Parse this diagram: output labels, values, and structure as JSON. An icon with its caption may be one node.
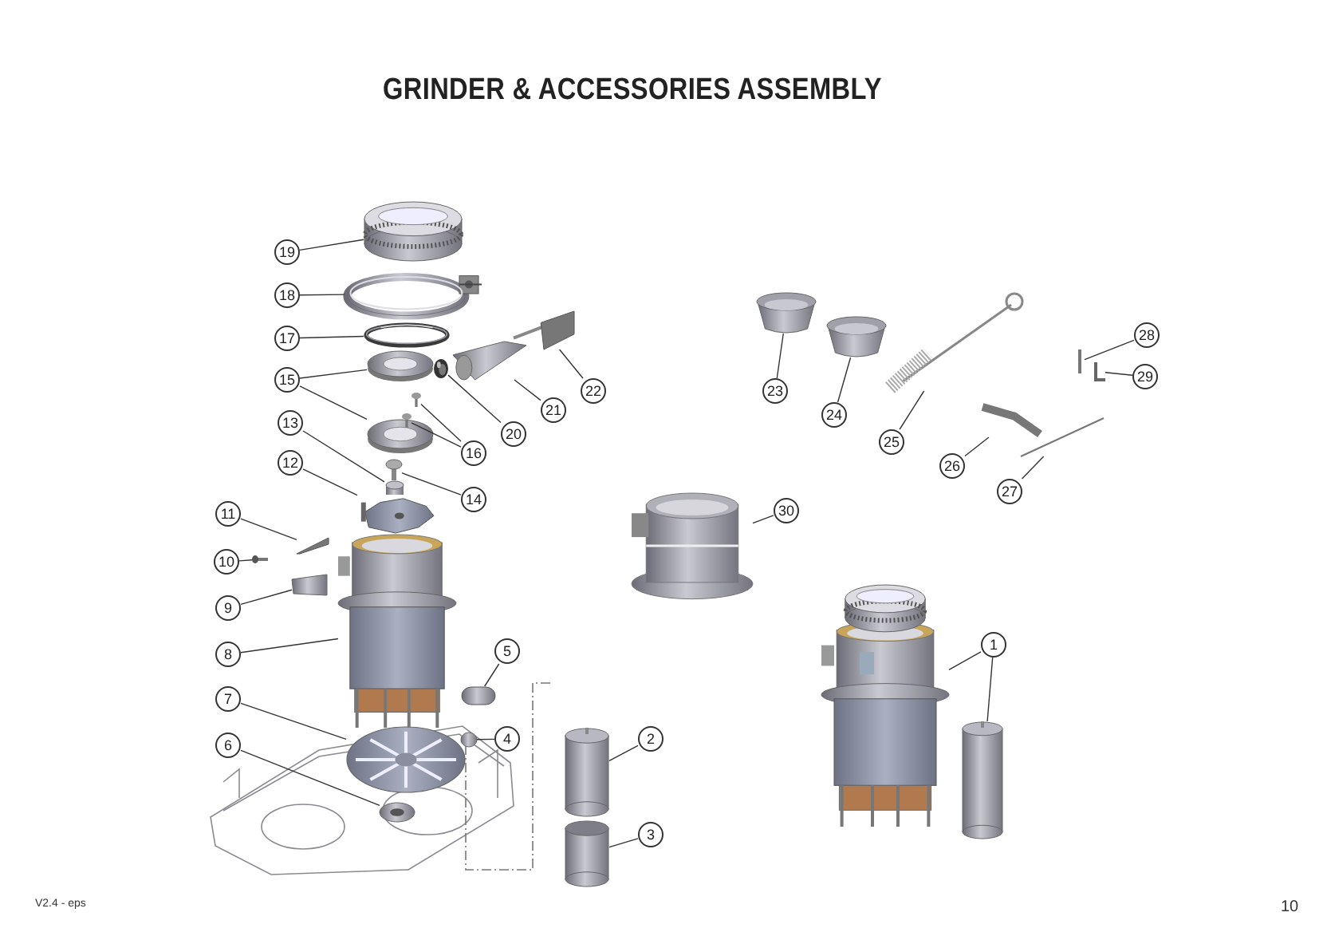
{
  "diagram": {
    "title": "GRINDER & ACCESSORIES ASSEMBLY",
    "nodes": [
      {
        "text": [
          "1"
        ]
      },
      {
        "text": [],
        "shape": "picture"
      },
      {
        "text": [],
        "shape": "picture"
      },
      {
        "text": [
          "2"
        ]
      },
      {
        "text": [],
        "shape": "picture"
      },
      {
        "text": [
          "3"
        ]
      },
      {
        "text": [],
        "shape": "picture"
      },
      {
        "text": [
          "4"
        ]
      },
      {
        "text": [],
        "shape": "picture"
      },
      {
        "text": [
          "5"
        ]
      },
      {
        "text": [],
        "shape": "picture"
      },
      {
        "text": [
          "6"
        ]
      },
      {
        "text": [],
        "shape": "picture"
      },
      {
        "text": [
          "7"
        ]
      },
      {
        "text": [],
        "shape": "picture"
      },
      {
        "text": [
          "8"
        ]
      },
      {
        "text": [],
        "shape": "picture"
      },
      {
        "text": [
          "9"
        ]
      },
      {
        "text": [],
        "shape": "picture"
      },
      {
        "text": [
          "10"
        ]
      },
      {
        "text": [],
        "shape": "picture"
      },
      {
        "text": [
          "11"
        ]
      },
      {
        "text": [],
        "shape": "picture"
      },
      {
        "text": [
          "12"
        ]
      },
      {
        "text": [],
        "shape": "picture"
      },
      {
        "text": [
          "13"
        ]
      },
      {
        "text": [],
        "shape": "picture"
      },
      {
        "text": [
          "14"
        ]
      },
      {
        "text": [],
        "shape": "picture"
      },
      {
        "text": [
          "15"
        ]
      },
      {
        "text": [],
        "shape": "picture"
      },
      {
        "text": [],
        "shape": "picture"
      },
      {
        "text": [
          "16"
        ]
      },
      {
        "text": [],
        "shape": "picture"
      },
      {
        "text": [],
        "shape": "picture"
      },
      {
        "text": [
          "17"
        ]
      },
      {
        "text": [],
        "shape": "picture"
      },
      {
        "text": [
          "18"
        ]
      },
      {
        "text": [],
        "shape": "picture"
      },
      {
        "text": [
          "19"
        ]
      },
      {
        "text": [],
        "shape": "picture"
      },
      {
        "text": [
          "20"
        ]
      },
      {
        "text": [],
        "shape": "picture"
      },
      {
        "text": [
          "21"
        ]
      },
      {
        "text": [],
        "shape": "picture"
      },
      {
        "text": [
          "22"
        ]
      },
      {
        "text": [],
        "shape": "picture"
      },
      {
        "text": [
          "23"
        ]
      },
      {
        "text": [],
        "shape": "picture"
      },
      {
        "text": [
          "24"
        ]
      },
      {
        "text": [],
        "shape": "picture"
      },
      {
        "text": [
          "25"
        ]
      },
      {
        "text": [],
        "shape": "picture"
      },
      {
        "text": [
          "26"
        ]
      },
      {
        "text": [],
        "shape": "picture"
      },
      {
        "text": [
          "27"
        ]
      },
      {
        "text": [],
        "shape": "picture"
      },
      {
        "text": [
          "28"
        ]
      },
      {
        "text": [],
        "shape": "picture"
      },
      {
        "text": [
          "29"
        ]
      },
      {
        "text": [],
        "shape": "picture"
      },
      {
        "text": [
          "30"
        ]
      },
      {
        "text": [],
        "shape": "picture"
      }
    ],
    "edges": [
      {
        "from": 0,
        "to": 1,
        "arrow": "none"
      },
      {
        "from": 0,
        "to": 2,
        "arrow": "none"
      },
      {
        "from": 3,
        "to": 4,
        "arrow": "none"
      },
      {
        "from": 5,
        "to": 6,
        "arrow": "none"
      },
      {
        "from": 7,
        "to": 8,
        "arrow": "none"
      },
      {
        "from": 9,
        "to": 10,
        "arrow": "none"
      },
      {
        "from": 11,
        "to": 12,
        "arrow": "none"
      },
      {
        "from": 13,
        "to": 14,
        "arrow": "none"
      },
      {
        "from": 15,
        "to": 16,
        "arrow": "none"
      },
      {
        "from": 17,
        "to": 18,
        "arrow": "none"
      },
      {
        "from": 19,
        "to": 20,
        "arrow": "none"
      },
      {
        "from": 21,
        "to": 22,
        "arrow": "none"
      },
      {
        "from": 23,
        "to": 24,
        "arrow": "none"
      },
      {
        "from": 25,
        "to": 26,
        "arrow": "none"
      },
      {
        "from": 27,
        "to": 28,
        "arrow": "none"
      },
      {
        "from": 29,
        "to": 30,
        "arrow": "none"
      },
      {
        "from": 29,
        "to": 31,
        "arrow": "none"
      },
      {
        "from": 32,
        "to": 33,
        "arrow": "none"
      },
      {
        "from": 32,
        "to": 34,
        "arrow": "none"
      },
      {
        "from": 35,
        "to": 36,
        "arrow": "none"
      },
      {
        "from": 37,
        "to": 38,
        "arrow": "none"
      },
      {
        "from": 39,
        "to": 40,
        "arrow": "none"
      },
      {
        "from": 41,
        "to": 42,
        "arrow": "none"
      },
      {
        "from": 43,
        "to": 44,
        "arrow": "none"
      },
      {
        "from": 45,
        "to": 46,
        "arrow": "none"
      },
      {
        "from": 47,
        "to": 48,
        "arrow": "none"
      },
      {
        "from": 49,
        "to": 50,
        "arrow": "none"
      },
      {
        "from": 51,
        "to": 52,
        "arrow": "none"
      },
      {
        "from": 53,
        "to": 54,
        "arrow": "none"
      },
      {
        "from": 55,
        "to": 56,
        "arrow": "none"
      },
      {
        "from": 57,
        "to": 58,
        "arrow": "none"
      },
      {
        "from": 59,
        "to": 60,
        "arrow": "none"
      },
      {
        "from": 61,
        "to": 62,
        "arrow": "none"
      }
    ],
    "labels": [
      "V2.4 - eps",
      "10"
    ]
  }
}
